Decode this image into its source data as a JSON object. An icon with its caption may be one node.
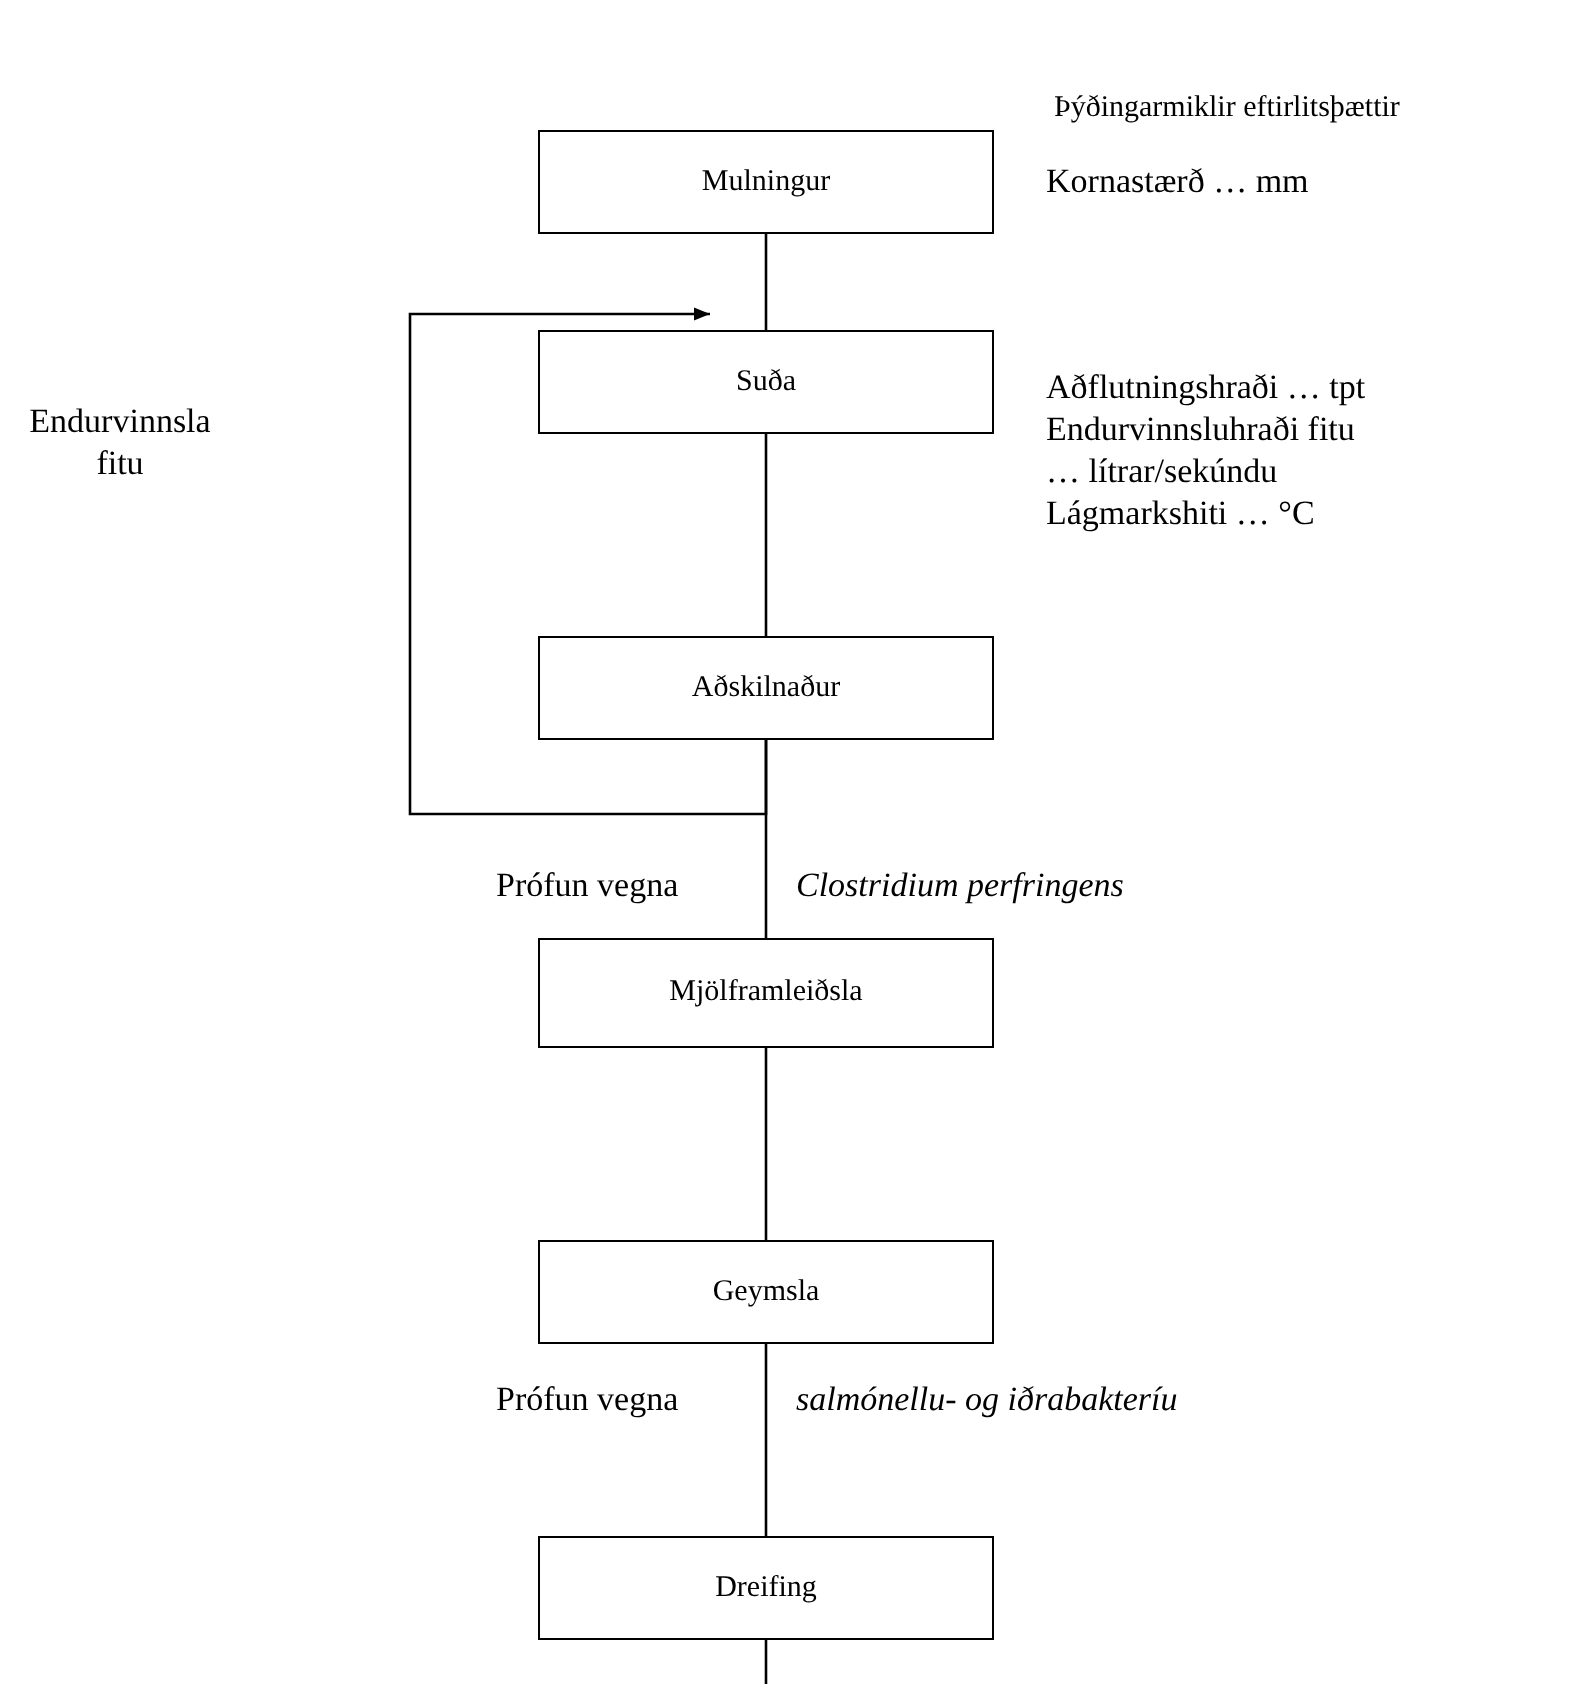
{
  "diagram": {
    "nodes": [
      {
        "text": [
          "Mulningur"
        ],
        "beside": [
          "Kornastærð … mm"
        ]
      },
      {
        "text": [
          "Suða"
        ],
        "beside": [
          "Aðflutningshraði … tpt",
          "Endurvinnsluhraði fitu … lítrar/sekúndu",
          "Lágmarkshiti … °C"
        ]
      },
      {
        "text": [
          "Aðskilnaður"
        ]
      },
      {
        "text": [
          "Mjölframleiðsla"
        ]
      },
      {
        "text": [
          "Geymsla"
        ]
      },
      {
        "text": [
          "Dreifing"
        ]
      }
    ],
    "edges": [
      {
        "from": 0,
        "to": 1,
        "arrow": "none"
      },
      {
        "from": 1,
        "to": 2,
        "arrow": "none"
      },
      {
        "from": 2,
        "to": 3,
        "arrow": "none"
      },
      {
        "from": 3,
        "to": 4,
        "arrow": "none"
      },
      {
        "from": 4,
        "to": 5,
        "arrow": "none"
      },
      {
        "from": 5,
        "to": null,
        "arrow": "none"
      },
      {
        "from": 2,
        "to": 1,
        "arrow": "to"
      }
    ],
    "labels": [
      "Þýðingarmiklir eftirlitsþættir",
      "Endurvinnsla fitu",
      "Prófun vegna",
      "Clostridium perfringens",
      "Prófun vegna",
      "salmónellu- og iðrabakteríu"
    ]
  }
}
